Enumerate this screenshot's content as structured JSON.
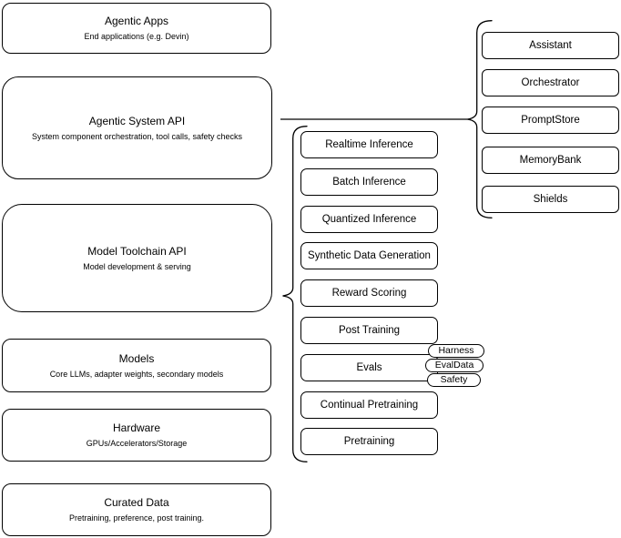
{
  "diagram": {
    "title": "Agentic system architecture diagram",
    "stack_layers": [
      {
        "title": "Agentic Apps",
        "subtitle": "End applications (e.g. Devin)"
      },
      {
        "title": "Agentic System API",
        "subtitle": "System component orchestration, tool calls, safety checks"
      },
      {
        "title": "Model Toolchain API",
        "subtitle": "Model development & serving"
      },
      {
        "title": "Models",
        "subtitle": "Core LLMs, adapter weights, secondary models"
      },
      {
        "title": "Hardware",
        "subtitle": "GPUs/Accelerators/Storage"
      },
      {
        "title": "Curated Data",
        "subtitle": "Pretraining, preference, post training."
      }
    ],
    "toolchain_services": [
      "Realtime Inference",
      "Batch Inference",
      "Quantized Inference",
      "Synthetic Data Generation",
      "Reward Scoring",
      "Post Training",
      "Evals",
      "Continual Pretraining",
      "Pretraining"
    ],
    "eval_components": [
      "Harness",
      "EvalData",
      "Safety"
    ],
    "system_components": [
      "Assistant",
      "Orchestrator",
      "PromptStore",
      "MemoryBank",
      "Shields"
    ],
    "colors": {
      "stroke": "#000000",
      "fill": "#ffffff",
      "background": "#ffffff"
    }
  }
}
